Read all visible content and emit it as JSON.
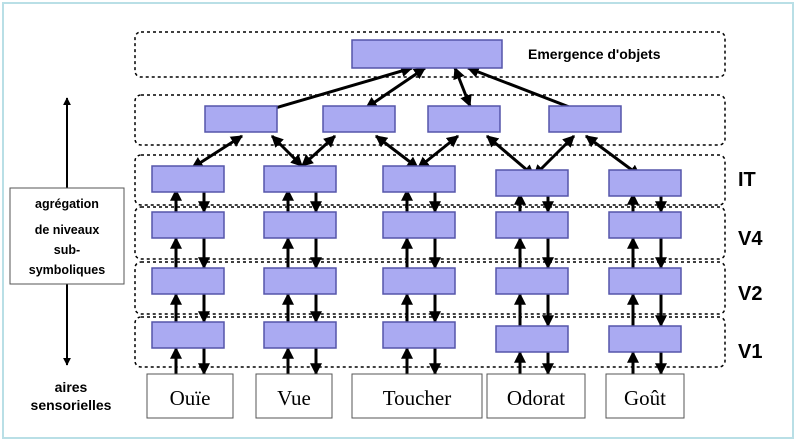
{
  "diagram": {
    "top_label": "Emergence d'objets",
    "levels": [
      "IT",
      "V4",
      "V2",
      "V1"
    ],
    "side_label": {
      "line1": "agrégation",
      "line2": "de niveaux",
      "line3": "sub-",
      "line4": "symboliques"
    },
    "sensory_label": {
      "line1": "aires",
      "line2": "sensorielles"
    },
    "senses": [
      "Ouïe",
      "Vue",
      "Toucher",
      "Odorat",
      "Goût"
    ],
    "colors": {
      "node_fill": "#aaaaf2",
      "node_stroke": "#5555aa",
      "frame_border": "#b9dfe6",
      "arrow": "#000000"
    }
  }
}
